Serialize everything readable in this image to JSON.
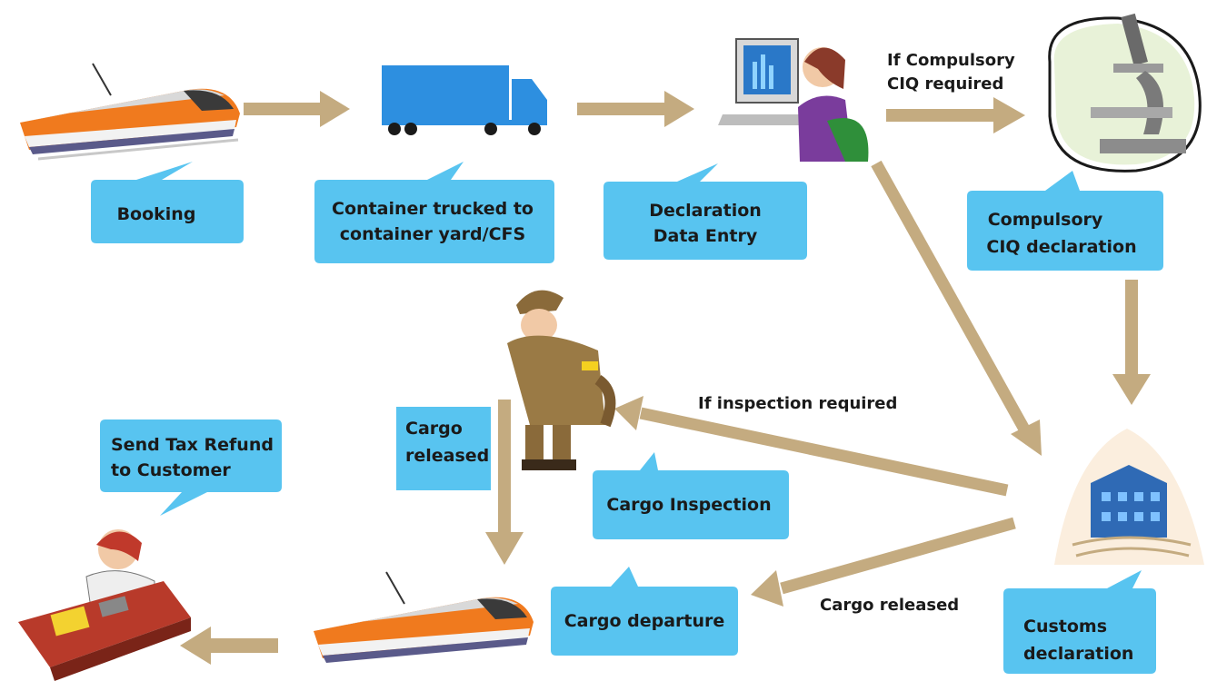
{
  "colors": {
    "arrow": "#c4ab80",
    "bubble": "#58c4f0",
    "train_orange": "#f07a1e",
    "truck_blue": "#2d8fe0"
  },
  "nodes": {
    "booking": "Booking",
    "container_trucked": [
      "Container trucked to",
      "container yard/CFS"
    ],
    "declaration_entry": [
      "Declaration",
      "Data Entry"
    ],
    "compulsory_ciq": [
      "Compulsory",
      "CIQ declaration"
    ],
    "cargo_inspection": "Cargo Inspection",
    "cargo_released_box": [
      "Cargo",
      "released"
    ],
    "send_tax_refund": [
      "Send Tax Refund",
      "to Customer"
    ],
    "cargo_departure": "Cargo departure",
    "customs_declaration": [
      "Customs",
      "declaration"
    ]
  },
  "edge_labels": {
    "if_compulsory": [
      "If Compulsory",
      "CIQ required"
    ],
    "if_inspection": "If inspection required",
    "cargo_released": "Cargo released"
  },
  "icons": [
    "train-icon",
    "truck-icon",
    "computer-operator-icon",
    "microscope-icon",
    "inspector-icon",
    "customs-building-icon",
    "telephone-clerk-icon"
  ]
}
